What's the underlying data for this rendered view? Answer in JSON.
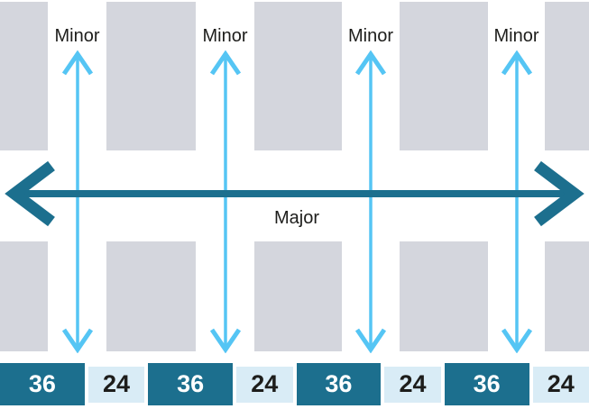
{
  "colors": {
    "teal": "#1C6F8E",
    "light_blue": "#55C5F4",
    "block_gray": "#D4D6DD",
    "cell_light": "#D9ECF6",
    "text_dark": "#1D1D1B",
    "text_light": "#FFFFFF"
  },
  "labels": {
    "major": "Major",
    "minor": "Minor"
  },
  "dimension_strip": {
    "cells": [
      {
        "value": "36",
        "type": "major"
      },
      {
        "value": "24",
        "type": "minor"
      },
      {
        "value": "36",
        "type": "major"
      },
      {
        "value": "24",
        "type": "minor"
      },
      {
        "value": "36",
        "type": "major"
      },
      {
        "value": "24",
        "type": "minor"
      },
      {
        "value": "36",
        "type": "major"
      },
      {
        "value": "24",
        "type": "minor"
      }
    ]
  }
}
